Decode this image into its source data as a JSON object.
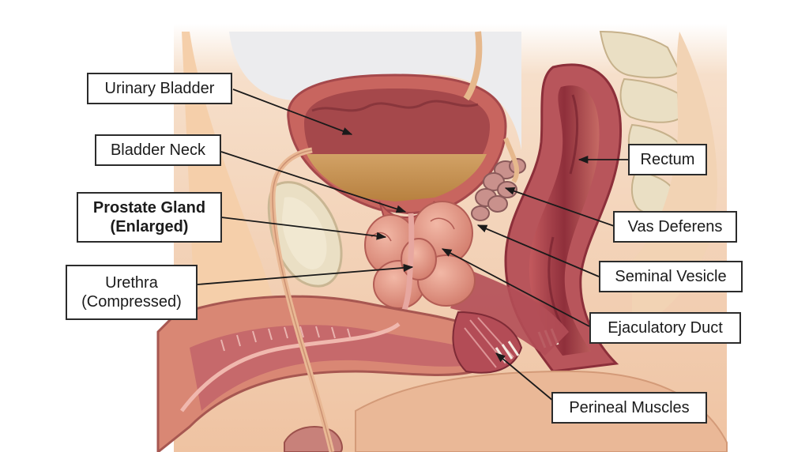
{
  "diagram": {
    "labels": {
      "urinary_bladder": "Urinary Bladder",
      "bladder_neck": "Bladder Neck",
      "prostate_line1": "Prostate Gland",
      "prostate_line2": "(Enlarged)",
      "urethra_line1": "Urethra",
      "urethra_line2": "(Compressed)",
      "rectum": "Rectum",
      "vas_deferens": "Vas Deferens",
      "seminal_vesicle": "Seminal Vesicle",
      "ejaculatory_duct": "Ejaculatory Duct",
      "perineal_muscles": "Perineal Muscles"
    },
    "colors": {
      "skin": "#f3c9a3",
      "flesh": "#d98774",
      "muscle": "#b9505a",
      "bladder_wall": "#c8655f",
      "urine": "#c89552",
      "prostate": "#e79a87",
      "bone": "#eadfc4",
      "rectum": "#a8414b",
      "leader": "#1a1a1a"
    },
    "icons": [
      "anatomy-illustration"
    ]
  }
}
